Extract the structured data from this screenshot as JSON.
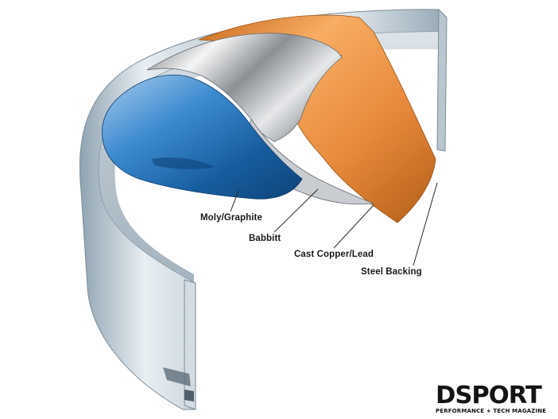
{
  "layers": [
    {
      "name": "moly-graphite",
      "label": "Moly/Graphite",
      "color": "#1f6eaf"
    },
    {
      "name": "babbitt",
      "label": "Babbitt",
      "color": "#b9bcc0"
    },
    {
      "name": "cast-copper-lead",
      "label": "Cast Copper/Lead",
      "color": "#e88f3c"
    },
    {
      "name": "steel-backing",
      "label": "Steel Backing",
      "color": "#c4d0d8"
    }
  ],
  "logo": {
    "main": "DSPORT",
    "tagline": "PERFORMANCE + TECH MAGAZINE"
  }
}
